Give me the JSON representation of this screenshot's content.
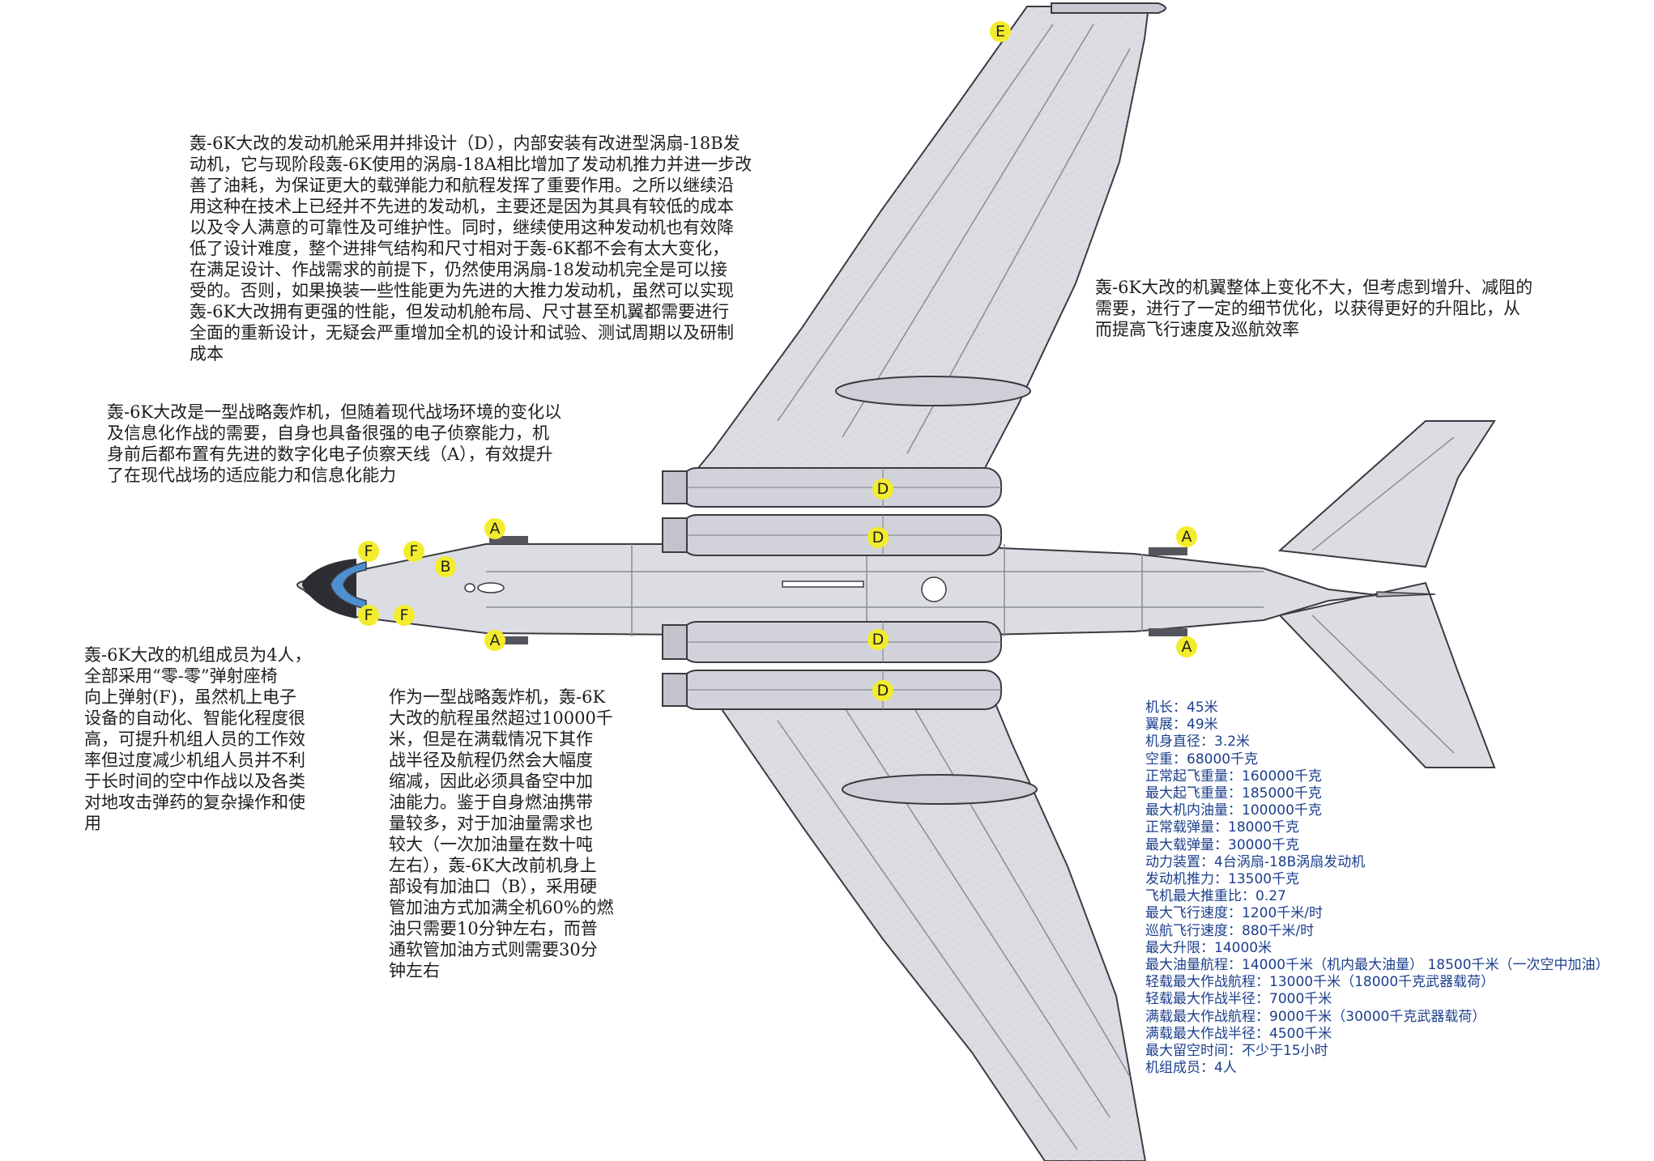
{
  "notes": {
    "engine": [
      "轰-6K大改的发动机舱采用并排设计（D），内部安装有改进型涡扇-18B发",
      "动机，它与现阶段轰-6K使用的涡扇-18A相比增加了发动机推力并进一步改",
      "善了油耗，为保证更大的载弹能力和航程发挥了重要作用。之所以继续沿",
      "用这种在技术上已经并不先进的发动机，主要还是因为其具有较低的成本",
      "以及令人满意的可靠性及可维护性。同时，继续使用这种发动机也有效降",
      "低了设计难度，整个进排气结构和尺寸相对于轰-6K都不会有太大变化，",
      "在满足设计、作战需求的前提下，仍然使用涡扇-18发动机完全是可以接",
      "受的。否则，如果换装一些性能更为先进的大推力发动机，虽然可以实现",
      "轰-6K大改拥有更强的性能，但发动机舱布局、尺寸甚至机翼都需要进行",
      "全面的重新设计，无疑会严重增加全机的设计和试验、测试周期以及研制",
      "成本"
    ],
    "wing": [
      "轰-6K大改的机翼整体上变化不大，但考虑到增升、减阻的",
      "需要，进行了一定的细节优化，以获得更好的升阻比，从",
      "而提高飞行速度及巡航效率"
    ],
    "recon": [
      "轰-6K大改是一型战略轰炸机，但随着现代战场环境的变化以",
      "及信息化作战的需要，自身也具备很强的电子侦察能力，机",
      "身前后都布置有先进的数字化电子侦察天线（A），有效提升",
      "了在现代战场的适应能力和信息化能力"
    ],
    "crew": [
      "轰-6K大改的机组成员为4人，",
      "全部采用“零-零”弹射座椅",
      "向上弹射(F)，虽然机上电子",
      "设备的自动化、智能化程度很",
      "高，可提升机组人员的工作效",
      "率但过度减少机组人员并不利",
      "于长时间的空中作战以及各类",
      "对地攻击弹药的复杂操作和使",
      "用"
    ],
    "refuel": [
      "作为一型战略轰炸机，轰-6K",
      "大改的航程虽然超过10000千",
      "米，但是在满载情况下其作",
      "战半径及航程仍然会大幅度",
      "缩减，因此必须具备空中加",
      "油能力。鉴于自身燃油携带",
      "量较多，对于加油量需求也",
      "较大（一次加油量在数十吨",
      "左右），轰-6K大改前机身上",
      "部设有加油口（B），采用硬",
      "管加油方式加满全机60%的燃",
      "油只需要10分钟左右，而普",
      "通软管加油方式则需要30分",
      "钟左右"
    ]
  },
  "specs": [
    "机长：45米",
    "翼展：49米",
    "机身直径：3.2米",
    "空重：68000千克",
    "正常起飞重量：160000千克",
    "最大起飞重量：185000千克",
    "最大机内油量：100000千克",
    "正常载弹量：18000千克",
    "最大载弹量：30000千克",
    "动力装置：4台涡扇-18B涡扇发动机",
    "发动机推力：13500千克",
    "飞机最大推重比：0.27",
    "最大飞行速度：1200千米/时",
    "巡航飞行速度：880千米/时",
    "最大升限：14000米",
    "最大油量航程：14000千米（机内最大油量） 18500千米（一次空中加油）",
    "轻载最大作战航程：13000千米（18000千克武器载荷）",
    "轻载最大作战半径：7000千米",
    "满载最大作战航程：9000千米（30000千克武器载荷）",
    "满载最大作战半径：4500千米",
    "最大留空时间：不少于15小时",
    "机组成员：4人"
  ],
  "markers": {
    "E": "E",
    "A_front_top": "A",
    "A_front_bottom": "A",
    "A_rear_top": "A",
    "A_rear_bottom": "A",
    "B": "B",
    "D1": "D",
    "D2": "D",
    "D3": "D",
    "D4": "D",
    "F1": "F",
    "F2": "F",
    "F3": "F",
    "F4": "F"
  },
  "colors": {
    "airframe": "#dcdde3",
    "panel_lines": "#8a8c93",
    "outline": "#3a3b40",
    "canopy": "#4d8fd0",
    "marker": "#f3ec2c",
    "spec_text": "#1c3f8c"
  }
}
